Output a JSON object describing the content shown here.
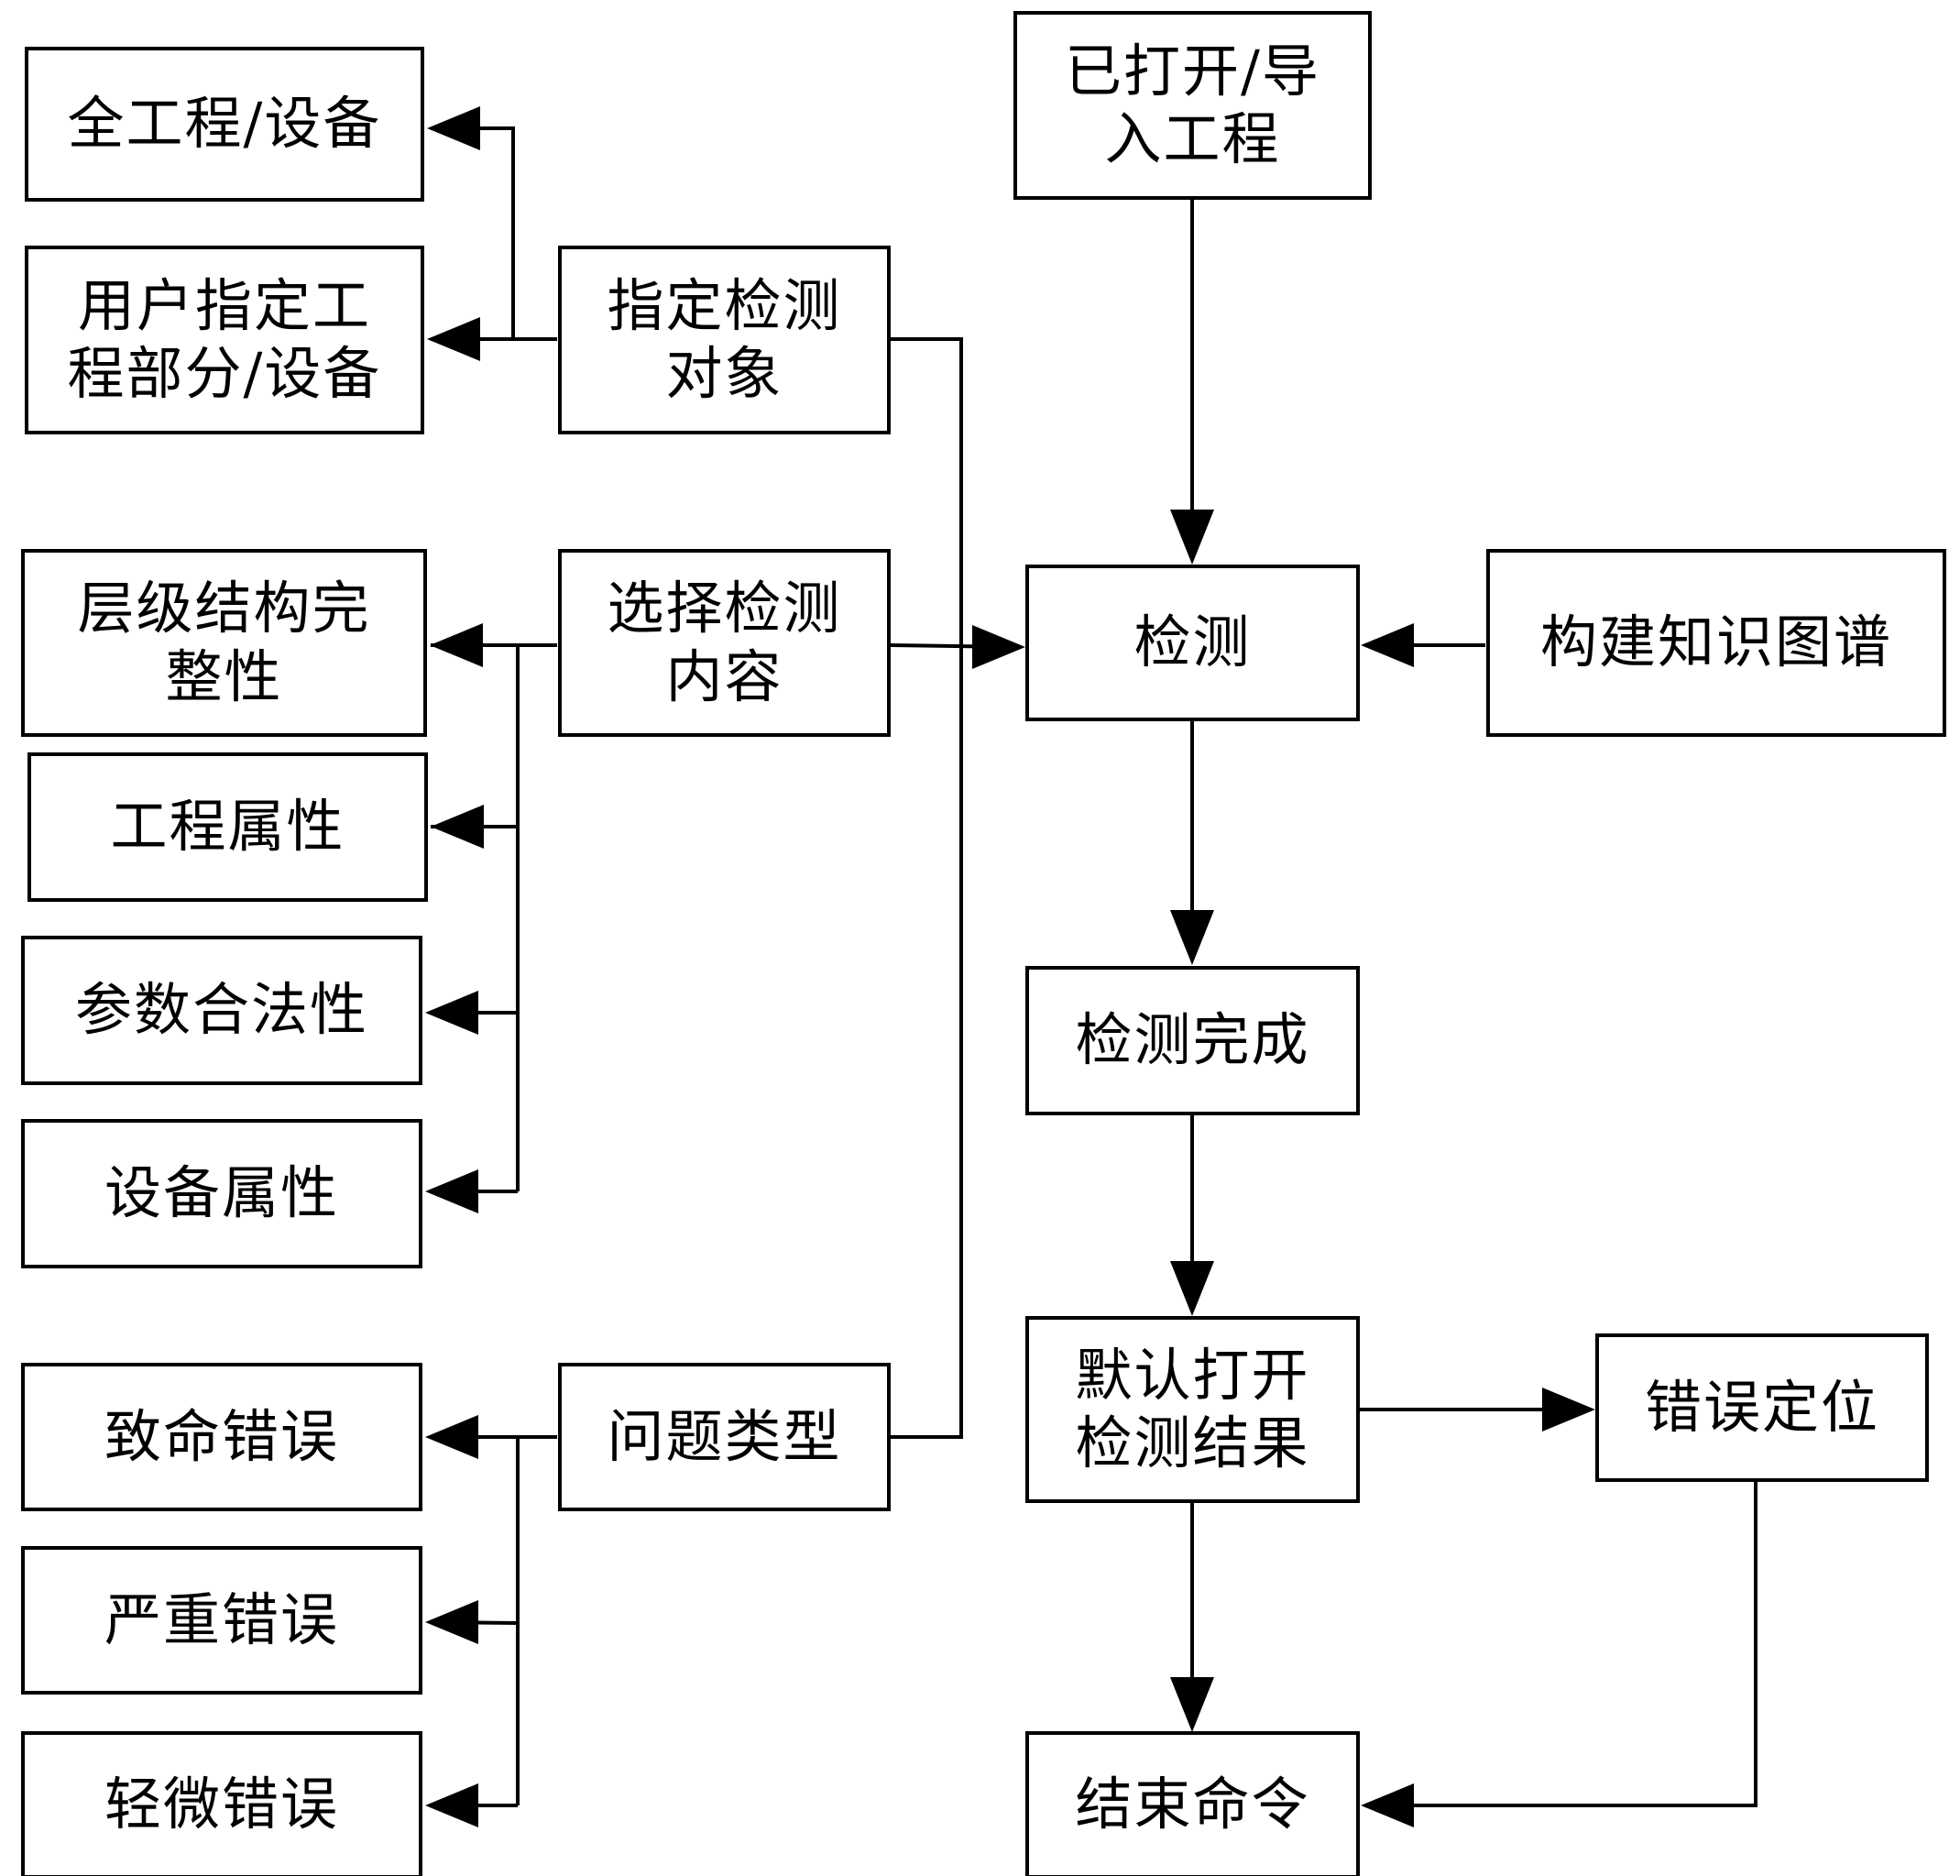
{
  "diagram": {
    "type": "flowchart",
    "colors": {
      "line": "#000000",
      "box_fill": "#ffffff",
      "text": "#000000"
    },
    "nodes": {
      "whole_project": "全工程/设备",
      "user_specified": "用户指定工\n程部分/设备",
      "specify_target": "指定检测\n对象",
      "opened_project": "已打开/导\n入工程",
      "hierarchy_integrity": "层级结构完\n整性",
      "select_content": "选择检测\n内容",
      "detect": "检测",
      "build_kg": "构建知识图谱",
      "project_attributes": "工程属性",
      "param_legality": "参数合法性",
      "device_attributes": "设备属性",
      "detect_done": "检测完成",
      "fatal_error": "致命错误",
      "problem_type": "问题类型",
      "open_results": "默认打开\n检测结果",
      "error_locate": "错误定位",
      "serious_error": "严重错误",
      "minor_error": "轻微错误",
      "end_command": "结束命令"
    },
    "edges": [
      {
        "from": "specify_target",
        "to": "whole_project"
      },
      {
        "from": "specify_target",
        "to": "user_specified"
      },
      {
        "from": "select_content",
        "to": "hierarchy_integrity"
      },
      {
        "from": "select_content",
        "to": "project_attributes"
      },
      {
        "from": "select_content",
        "to": "param_legality"
      },
      {
        "from": "select_content",
        "to": "device_attributes"
      },
      {
        "from": "problem_type",
        "to": "fatal_error"
      },
      {
        "from": "problem_type",
        "to": "serious_error"
      },
      {
        "from": "problem_type",
        "to": "minor_error"
      },
      {
        "from": "select_content",
        "to": "detect"
      },
      {
        "from": "specify_target",
        "to": "detect"
      },
      {
        "from": "problem_type",
        "to": "detect"
      },
      {
        "from": "opened_project",
        "to": "detect"
      },
      {
        "from": "build_kg",
        "to": "detect"
      },
      {
        "from": "detect",
        "to": "detect_done"
      },
      {
        "from": "detect_done",
        "to": "open_results"
      },
      {
        "from": "open_results",
        "to": "error_locate"
      },
      {
        "from": "open_results",
        "to": "end_command"
      },
      {
        "from": "error_locate",
        "to": "end_command"
      }
    ]
  }
}
